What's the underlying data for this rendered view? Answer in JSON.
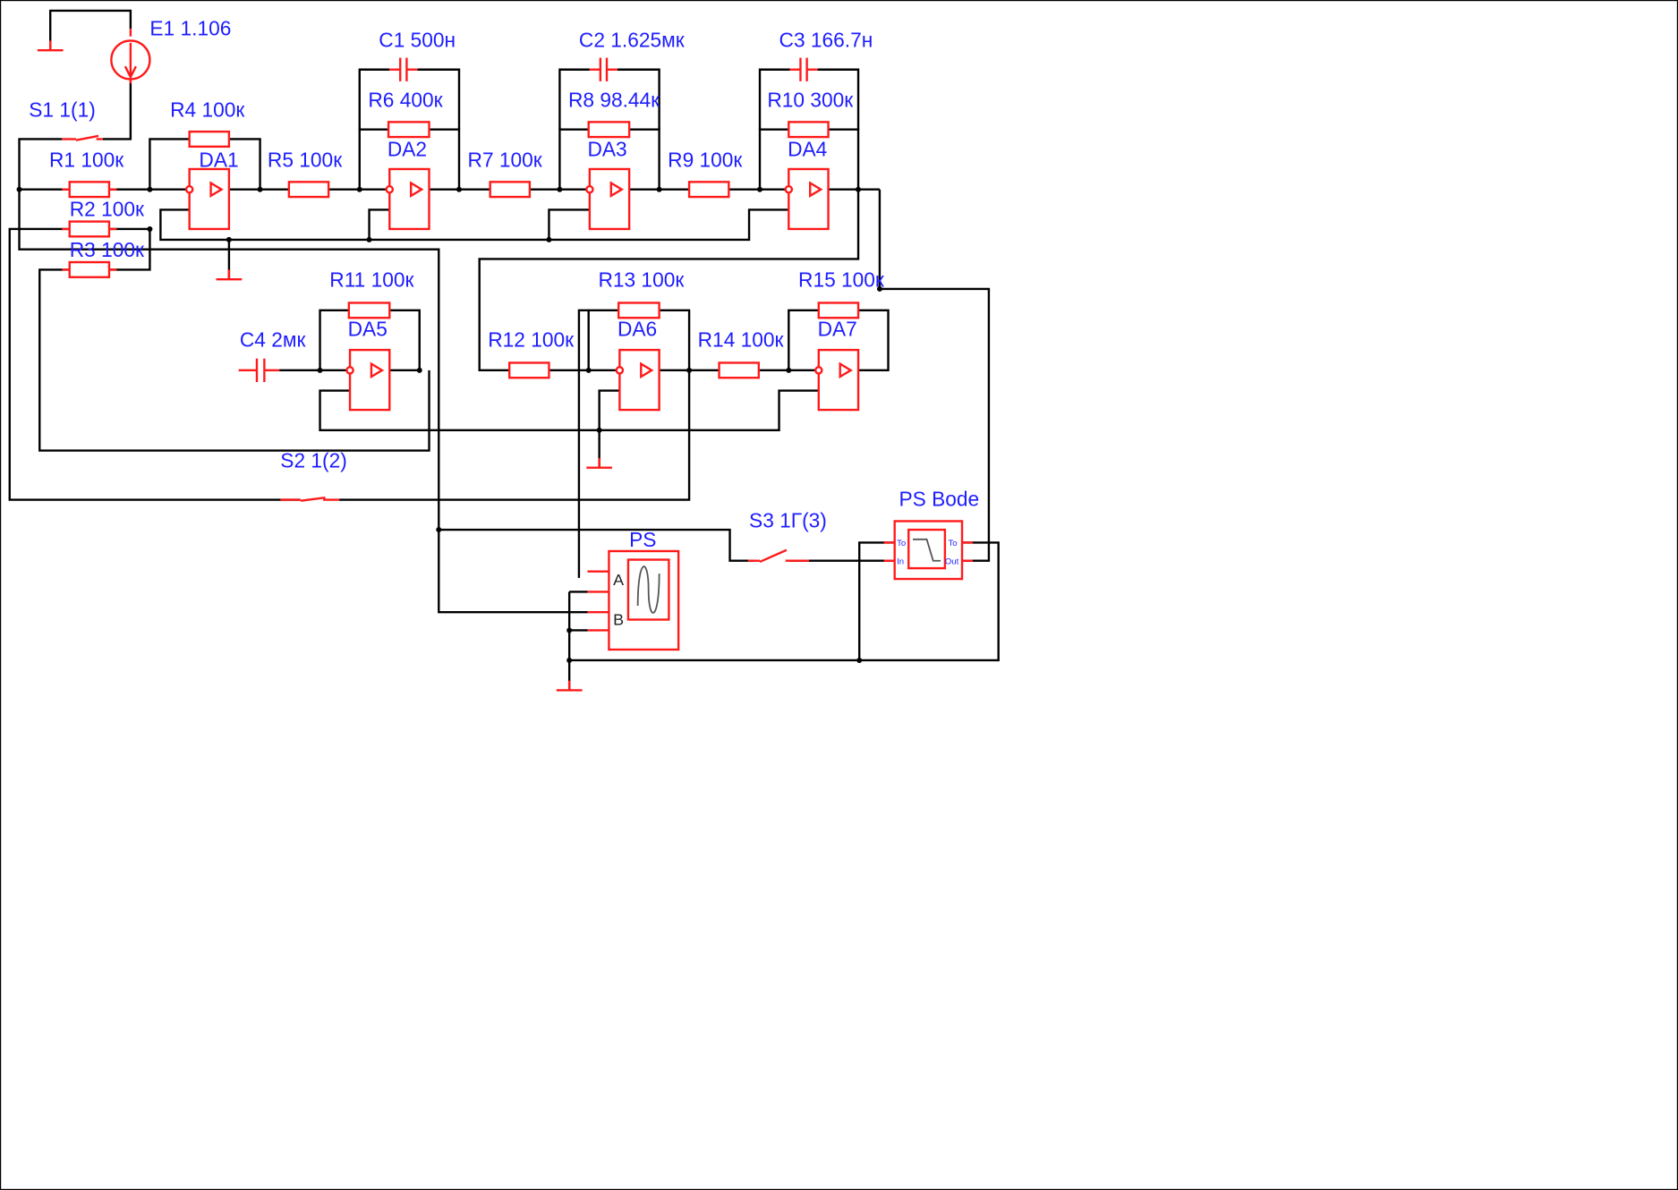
{
  "labels": {
    "E1": "E1 1.106",
    "S1": "S1 1(1)",
    "R4": "R4 100к",
    "R1": "R1 100к",
    "DA1": "DA1",
    "R2": "R2 100к",
    "R3": "R3 100к",
    "R5": "R5 100к",
    "C1": "C1 500н",
    "R6": "R6 400к",
    "DA2": "DA2",
    "R7": "R7 100к",
    "C2": "C2 1.625мк",
    "R8": "R8 98.44к",
    "DA3": "DA3",
    "R9": "R9 100к",
    "C3": "C3 166.7н",
    "R10": "R10 300к",
    "DA4": "DA4",
    "R11": "R11 100к",
    "DA5": "DA5",
    "C4": "C4 2мк",
    "S2": "S2 1(2)",
    "R12": "R12 100к",
    "R13": "R13 100к",
    "DA6": "DA6",
    "R14": "R14 100к",
    "R15": "R15 100к",
    "DA7": "DA7",
    "PS": "PS",
    "PS_A": "A",
    "PS_B": "B",
    "S3": "S3 1Г(3)",
    "PSBode": "PS Bode",
    "bode_in_top": "To",
    "bode_in_bot": "In",
    "bode_out_top": "To",
    "bode_out_bot": "Out"
  },
  "colors": {
    "component": "#ff1a1a",
    "wire": "#000000",
    "label": "#1d1dff",
    "background": "#ffffff"
  }
}
